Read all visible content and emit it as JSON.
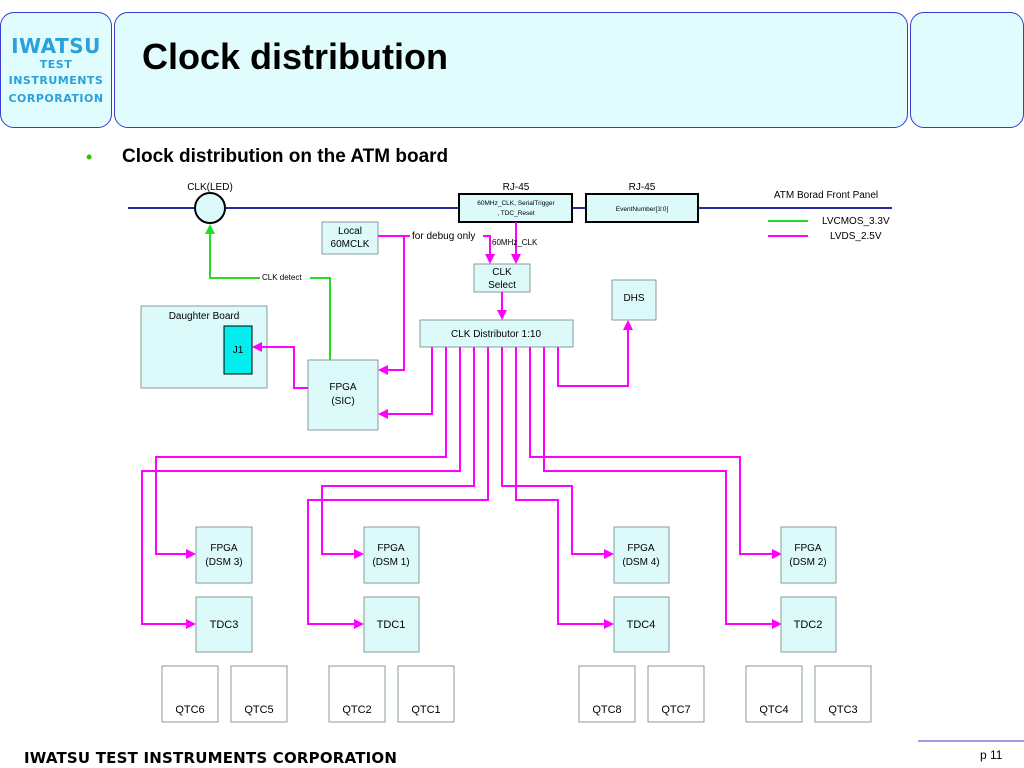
{
  "header": {
    "logo_lines": [
      "IWATSU",
      "TEST",
      "INSTRUMENTS",
      "CORPORATION"
    ],
    "title": "Clock distribution"
  },
  "content": {
    "bullet": "•",
    "subtitle": "Clock distribution on the ATM board"
  },
  "diagram": {
    "clk_led": "CLK(LED)",
    "rj45_left_title": "RJ-45",
    "rj45_left_text": [
      "60MHz_CLK,  SerialTrigger",
      ", TDC_Reset"
    ],
    "rj45_right_title": "RJ-45",
    "rj45_right_text": "EventNumber[3:0]",
    "front_panel": "ATM Borad Front Panel",
    "legend": [
      {
        "label": "LVCMOS_3.3V",
        "color": "#22dd22"
      },
      {
        "label": "LVDS_2.5V",
        "color": "#ff00ff"
      }
    ],
    "local_clk": [
      "Local",
      "60MCLK"
    ],
    "debug_only": "for debug only",
    "mhz_clk": "60MHz_CLK",
    "clk_select": [
      "CLK",
      "Select"
    ],
    "dhs": "DHS",
    "clk_detect": "CLK detect",
    "daughter_board": "Daughter Board",
    "j1": "J1",
    "clk_distributor": "CLK  Distributor 1:10",
    "fpga_sic": [
      "FPGA",
      "(SIC)"
    ],
    "dsm_groups": [
      {
        "fpga": [
          "FPGA",
          "(DSM 3)"
        ],
        "tdc": "TDC3",
        "qtcs": [
          "QTC6",
          "QTC5"
        ]
      },
      {
        "fpga": [
          "FPGA",
          "(DSM 1)"
        ],
        "tdc": "TDC1",
        "qtcs": [
          "QTC2",
          "QTC1"
        ]
      },
      {
        "fpga": [
          "FPGA",
          "(DSM 4)"
        ],
        "tdc": "TDC4",
        "qtcs": [
          "QTC8",
          "QTC7"
        ]
      },
      {
        "fpga": [
          "FPGA",
          "(DSM 2)"
        ],
        "tdc": "TDC2",
        "qtcs": [
          "QTC4",
          "QTC3"
        ]
      }
    ],
    "colors": {
      "box_fill": "#dcfafa",
      "box_stroke": "#8a9a9a",
      "lvds": "#ff00ff",
      "lvcmos": "#22dd22",
      "bus": "#2a2aa0",
      "j1_fill": "#00eeee"
    }
  },
  "footer": {
    "company": "IWATSU TEST INSTRUMENTS CORPORATION",
    "page": "p  11"
  }
}
